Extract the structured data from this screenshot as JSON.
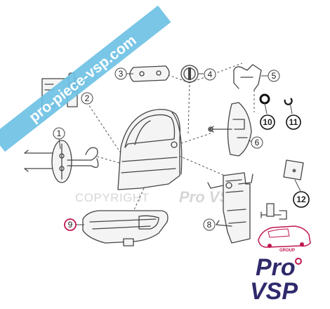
{
  "banner": {
    "text": "pro-piece-vsp.com",
    "color": "#6ec1e4"
  },
  "watermark": {
    "copyright": "COPYRIGHT",
    "brand": "Pro VSP"
  },
  "callouts": [
    {
      "id": "1",
      "label": "1",
      "bold": false
    },
    {
      "id": "2",
      "label": "2",
      "bold": false
    },
    {
      "id": "3",
      "label": "3",
      "bold": false
    },
    {
      "id": "4",
      "label": "4",
      "bold": false
    },
    {
      "id": "5",
      "label": "5",
      "bold": false
    },
    {
      "id": "6",
      "label": "6",
      "bold": false
    },
    {
      "id": "8",
      "label": "8",
      "bold": false
    },
    {
      "id": "9",
      "label": "9",
      "bold": false,
      "highlight": "#c0174e"
    },
    {
      "id": "10",
      "label": "10",
      "bold": true
    },
    {
      "id": "11",
      "label": "11",
      "bold": true
    },
    {
      "id": "12",
      "label": "12",
      "bold": true
    }
  ],
  "logo": {
    "line1": "Pro",
    "line2": "VSP",
    "tag": "GROUP",
    "primary_color": "#2f2a6b",
    "accent_color": "#c0174e"
  }
}
